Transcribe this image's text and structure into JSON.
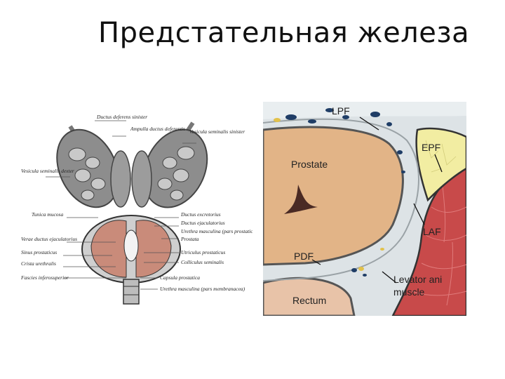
{
  "slide": {
    "title": "Предстательная железа"
  },
  "left_figure": {
    "labels": [
      "Ductus deferens sinister",
      "Ampulla ductus deferentis",
      "Vesicula seminalis sinister",
      "Vesicula seminalis dexter",
      "Tunica mucosa",
      "Ductus excretorius",
      "Ductus ejaculatorius",
      "Urethra masculina (pars prostatica)",
      "Prostata",
      "Verae ductus ejaculatorius",
      "Utriculus prostaticus",
      "Sinus prostaticus",
      "Colliculus seminalis",
      "Crista urethralis",
      "Fascies inferosuperior",
      "Capsula prostatica",
      "Urethra masculina (pars membranacea)"
    ]
  },
  "right_figure": {
    "labels": {
      "lpf": "LPF",
      "epf": "EPF",
      "prostate": "Prostate",
      "laf": "LAF",
      "pdf": "PDF",
      "rectum": "Rectum",
      "levator_line1": "Levator ani",
      "levator_line2": "muscle"
    },
    "colors": {
      "prostate": "#e2b487",
      "muscle": "#c84a4a",
      "fat": "#f2eda2",
      "fascia": "#dde3e6",
      "rectum": "#e8c3a8"
    }
  }
}
